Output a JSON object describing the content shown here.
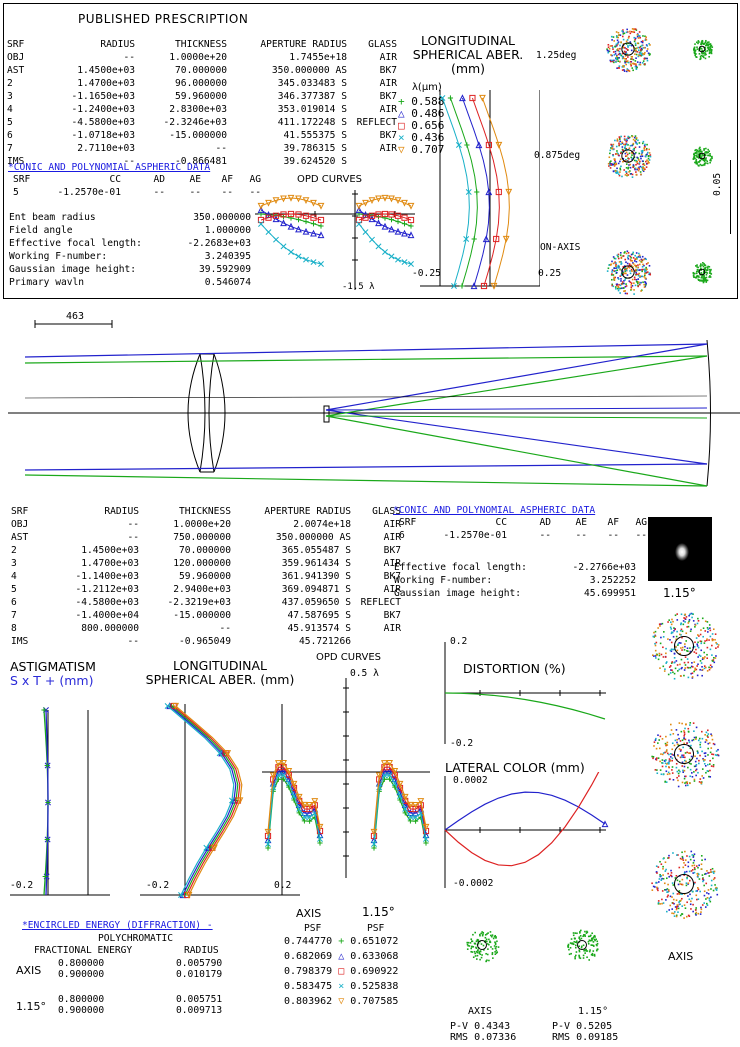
{
  "top_panel": {
    "prescription_title": "PUBLISHED PRESCRIPTION",
    "headers": [
      "SRF",
      "RADIUS",
      "THICKNESS",
      "APERTURE RADIUS",
      "GLASS"
    ],
    "rows": [
      [
        "OBJ",
        "--",
        "1.0000e+20",
        "1.7455e+18",
        "AIR"
      ],
      [
        "AST",
        "1.4500e+03",
        "70.000000",
        "350.000000 AS",
        "BK7"
      ],
      [
        "2",
        "1.4700e+03",
        "96.000000",
        "345.033483 S",
        "AIR"
      ],
      [
        "3",
        "-1.1650e+03",
        "59.960000",
        "346.377387 S",
        "BK7"
      ],
      [
        "4",
        "-1.2400e+03",
        "2.8300e+03",
        "353.019014 S",
        "AIR"
      ],
      [
        "5",
        "-4.5800e+03",
        "-2.3246e+03",
        "411.172248 S",
        "REFLECT"
      ],
      [
        "6",
        "-1.0718e+03",
        "-15.000000",
        "41.555375 S",
        "BK7"
      ],
      [
        "7",
        "2.7110e+03",
        "--",
        "39.786315 S",
        "AIR"
      ],
      [
        "IMS",
        "--",
        "-0.866481",
        "39.624520 S",
        ""
      ]
    ],
    "asphere_title": "*CONIC AND POLYNOMIAL ASPHERIC DATA",
    "asphere_headers": [
      "SRF",
      "CC",
      "AD",
      "AE",
      "AF",
      "AG"
    ],
    "asphere_row": [
      "5",
      "-1.2570e-01",
      "--",
      "--",
      "--",
      "--"
    ],
    "params": [
      [
        "Ent beam radius",
        "350.000000"
      ],
      [
        "Field angle",
        "1.000000"
      ],
      [
        "Effective focal length:",
        "-2.2683e+03"
      ],
      [
        "Working F-number:",
        "3.240395"
      ],
      [
        "Gaussian image height:",
        "39.592909"
      ],
      [
        "Primary wavln",
        "0.546074"
      ]
    ],
    "opd_title": "OPD CURVES",
    "opd_scale": "-1.5 λ",
    "lsa_title": "LONGITUDINAL\nSPHERICAL ABER.\n(mm)",
    "lambda_label": "λ(μm)",
    "wavelengths": [
      {
        "marker": "+",
        "value": "0.588",
        "color": "#1aa81a"
      },
      {
        "marker": "△",
        "value": "0.486",
        "color": "#2222cc"
      },
      {
        "marker": "□",
        "value": "0.656",
        "color": "#dd2222"
      },
      {
        "marker": "×",
        "value": "0.436",
        "color": "#19b0c8"
      },
      {
        "marker": "▽",
        "value": "0.707",
        "color": "#e08a10"
      }
    ],
    "lsa_tick_left": "-0.25",
    "lsa_tick_right": "0.25",
    "spot_labels": [
      "1.25deg",
      "0.875deg",
      "ON-AXIS"
    ],
    "spot_scale": "0.05"
  },
  "layout": {
    "scale_label": "463"
  },
  "bottom_prescription": {
    "headers": [
      "SRF",
      "RADIUS",
      "THICKNESS",
      "APERTURE RADIUS",
      "GLASS"
    ],
    "rows": [
      [
        "OBJ",
        "--",
        "1.0000e+20",
        "2.0074e+18",
        "AIR"
      ],
      [
        "AST",
        "--",
        "750.000000",
        "350.000000 AS",
        "AIR"
      ],
      [
        "2",
        "1.4500e+03",
        "70.000000",
        "365.055487 S",
        "BK7"
      ],
      [
        "3",
        "1.4700e+03",
        "120.000000",
        "359.961434 S",
        "AIR"
      ],
      [
        "4",
        "-1.1400e+03",
        "59.960000",
        "361.941390 S",
        "BK7"
      ],
      [
        "5",
        "-1.2112e+03",
        "2.9400e+03",
        "369.094871 S",
        "AIR"
      ],
      [
        "6",
        "-4.5800e+03",
        "-2.3219e+03",
        "437.059650 S",
        "REFLECT"
      ],
      [
        "7",
        "-1.4000e+04",
        "-15.000000",
        "47.587695 S",
        "BK7"
      ],
      [
        "8",
        "800.000000",
        "--",
        "45.913574 S",
        "AIR"
      ],
      [
        "IMS",
        "--",
        "-0.965049",
        "45.721266",
        ""
      ]
    ],
    "asphere_title": "*CONIC AND POLYNOMIAL ASPHERIC DATA",
    "asphere_headers": [
      "SRF",
      "CC",
      "AD",
      "AE",
      "AF",
      "AG"
    ],
    "asphere_row": [
      "6",
      "-1.2570e-01",
      "--",
      "--",
      "--",
      "--"
    ],
    "params": [
      [
        "Effective focal length:",
        "-2.2766e+03"
      ],
      [
        "Working F-number:",
        "3.252252"
      ],
      [
        "Gaussian image height:",
        "45.699951"
      ]
    ],
    "psf_label": "1.15°"
  },
  "bottom_plots": {
    "astig_title": "ASTIGMATISM",
    "astig_legend": "S x T + (mm)",
    "astig_tick": "-0.2",
    "lsa_title": "LONGITUDINAL\nSPHERICAL ABER. (mm)",
    "lsa_tick_left": "-0.2",
    "lsa_tick_right": "0.2",
    "opd_title": "OPD CURVES",
    "opd_scale": "0.5 λ",
    "distortion_title": "DISTORTION (%)",
    "distortion_top": "0.2",
    "distortion_bottom": "-0.2",
    "lateral_title": "LATERAL COLOR (mm)",
    "lateral_top": "0.0002",
    "lateral_bottom": "-0.0002",
    "spot_axis_label": "AXIS",
    "encircled_title": "*ENCIRCLED ENERGY (DIFFRACTION) -",
    "encircled_sub": "POLYCHROMATIC",
    "encircled_headers": [
      "FRACTIONAL ENERGY",
      "RADIUS"
    ],
    "encircled": [
      {
        "field": "AXIS",
        "rows": [
          [
            "0.800000",
            "0.005790"
          ],
          [
            "0.900000",
            "0.010179"
          ]
        ]
      },
      {
        "field": "1.15°",
        "rows": [
          [
            "0.800000",
            "0.005751"
          ],
          [
            "0.900000",
            "0.009713"
          ]
        ]
      }
    ],
    "psf_axis": "AXIS",
    "psf_field": "1.15°",
    "psf_header": "PSF",
    "psf_rows": [
      {
        "axis": "0.744770",
        "marker": "+",
        "field": "0.651072",
        "color": "#1aa81a"
      },
      {
        "axis": "0.682069",
        "marker": "△",
        "field": "0.633068",
        "color": "#2222cc"
      },
      {
        "axis": "0.798379",
        "marker": "□",
        "field": "0.690922",
        "color": "#dd2222"
      },
      {
        "axis": "0.583475",
        "marker": "×",
        "field": "0.525838",
        "color": "#19b0c8"
      },
      {
        "axis": "0.803962",
        "marker": "▽",
        "field": "0.707585",
        "color": "#e08a10"
      }
    ],
    "wavefront": [
      {
        "label": "AXIS",
        "pv": "P-V 0.4343",
        "rms": "RMS 0.07336"
      },
      {
        "label": "1.15°",
        "pv": "P-V 0.5205",
        "rms": "RMS 0.09185"
      }
    ]
  }
}
